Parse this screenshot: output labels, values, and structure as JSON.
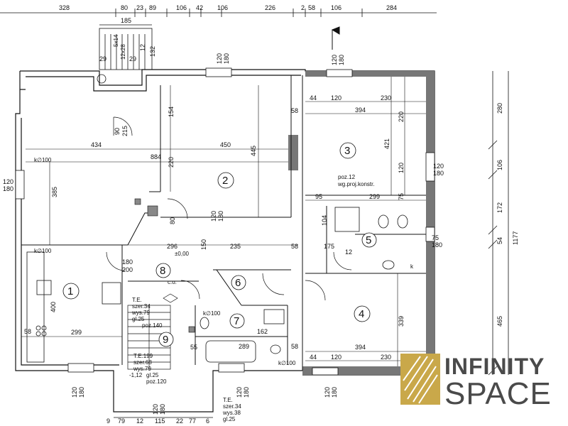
{
  "top_dimensions": [
    "328",
    "80",
    "23",
    "89",
    "106",
    "42",
    "106",
    "226",
    "2",
    "58",
    "106",
    "284"
  ],
  "stair_dims": [
    "185",
    "5x14",
    "12x28",
    "29",
    "12",
    "132",
    "29"
  ],
  "right_dimensions": [
    "280",
    "106",
    "172",
    "54",
    "465",
    "1177"
  ],
  "rooms": [
    {
      "number": "1"
    },
    {
      "number": "2"
    },
    {
      "number": "3"
    },
    {
      "number": "4"
    },
    {
      "number": "5"
    },
    {
      "number": "6"
    },
    {
      "number": "7"
    },
    {
      "number": "8"
    },
    {
      "number": "9"
    }
  ],
  "interior_dimensions": {
    "d434": "434",
    "d884": "884",
    "d450": "450",
    "d445": "445",
    "d385": "385",
    "d394a": "394",
    "d421": "421",
    "d299a": "299",
    "d296": "296",
    "d235": "235",
    "d299b": "299",
    "d339": "339",
    "d394b": "394",
    "d289": "289",
    "d162": "162",
    "d120a": "120",
    "d230a": "230",
    "d44a": "44",
    "d120b": "120",
    "d230b": "230",
    "d44b": "44",
    "d154": "154",
    "d220a": "220",
    "d220b": "220",
    "d120c": "120",
    "d95": "95",
    "d75a": "75",
    "d75b": "75",
    "d180": "180",
    "d200": "200",
    "d80": "80",
    "d58a": "58",
    "d58b": "58",
    "d58c": "58",
    "d58d": "58",
    "d12": "12",
    "d175": "175",
    "d104": "104",
    "d150": "150",
    "d55": "55",
    "d400": "400",
    "d90": "90",
    "d215": "215"
  },
  "window_tags": [
    {
      "a": "120",
      "b": "180"
    },
    {
      "a": "120",
      "b": "180"
    },
    {
      "a": "120",
      "b": "180"
    },
    {
      "a": "120",
      "b": "180"
    },
    {
      "a": "120",
      "b": "180"
    },
    {
      "a": "120",
      "b": "180"
    },
    {
      "a": "120",
      "b": "180"
    },
    {
      "a": "120",
      "b": "180"
    },
    {
      "a": "120",
      "b": "180"
    },
    {
      "a": "75",
      "b": "180"
    }
  ],
  "annotations": {
    "k100a": "k∅100",
    "k100b": "k∅100",
    "k100c": "k∅100",
    "k100d": "k∅100",
    "level": "±0,00",
    "co": "c.o.",
    "poz12": "poz.12",
    "wg": "wg.proj.konstr.",
    "te1": "T.E.",
    "te1_szer": "szer.34",
    "te1_wys": "wys.79",
    "te1_gl": "gl.25",
    "te1_poz": "poz.140",
    "te2": "T.E.199",
    "te2_szer": "szer.68",
    "te2_wys": "wys.79",
    "te2_gl": "gl.25",
    "te2_poz": "poz.120",
    "level2": "-1,12",
    "te3": "T.E.",
    "te3_szer": "szer.34",
    "te3_wys": "wys.38",
    "te3_gl": "gl.25",
    "k": "k"
  },
  "bottom_dimensions": [
    "9",
    "79",
    "12",
    "115",
    "22",
    "77",
    "6"
  ],
  "logo": {
    "line1": "INFINITY",
    "line2": "SPACE",
    "accent_color": "#c9a84a",
    "text_color": "#4a4a4a"
  }
}
